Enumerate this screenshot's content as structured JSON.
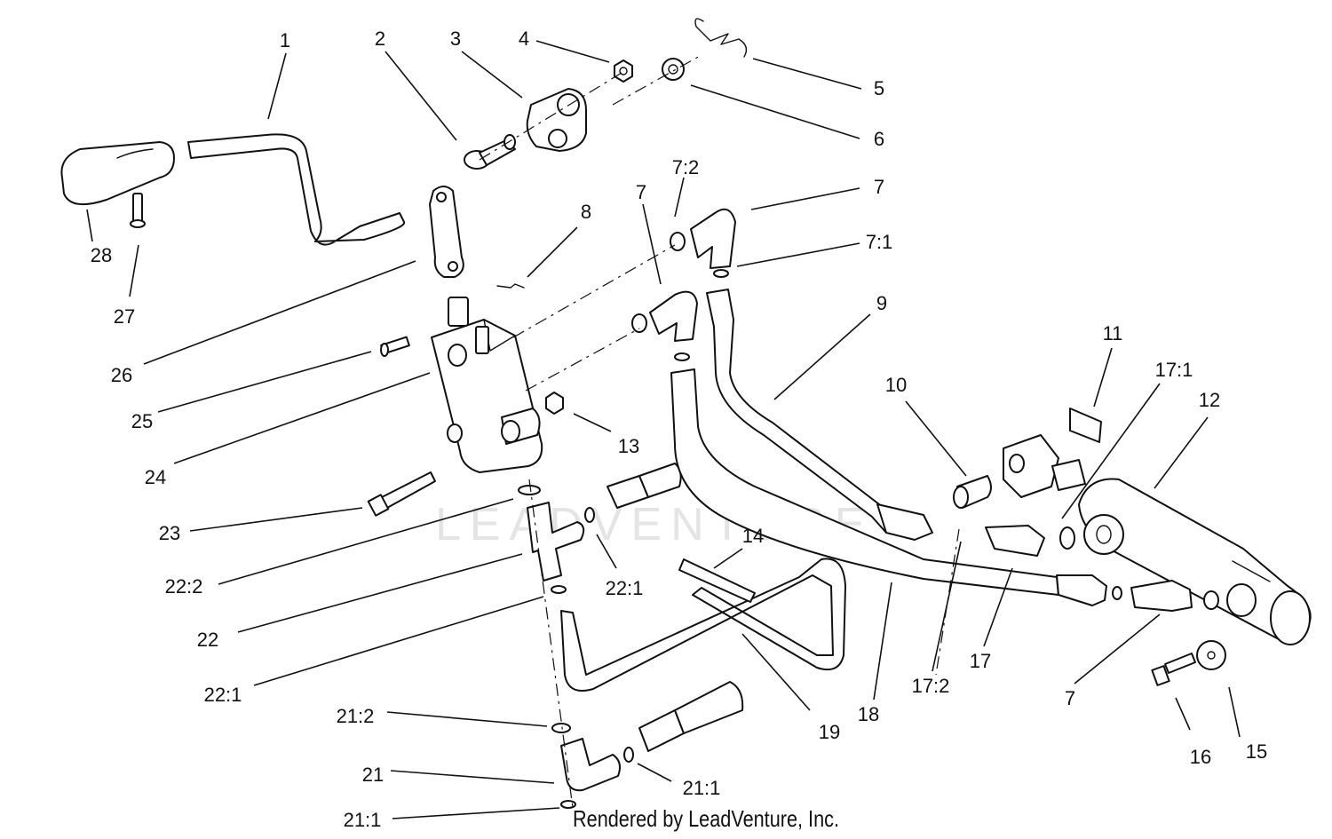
{
  "watermark": "LEADVENTURE",
  "footer": "Rendered by LeadVenture, Inc.",
  "callouts": [
    {
      "id": "c1",
      "text": "1"
    },
    {
      "id": "c2",
      "text": "2"
    },
    {
      "id": "c3",
      "text": "3"
    },
    {
      "id": "c4",
      "text": "4"
    },
    {
      "id": "c5",
      "text": "5"
    },
    {
      "id": "c6",
      "text": "6"
    },
    {
      "id": "c7a",
      "text": "7"
    },
    {
      "id": "c7b",
      "text": "7"
    },
    {
      "id": "c7c",
      "text": "7"
    },
    {
      "id": "c7_2",
      "text": "7:2"
    },
    {
      "id": "c7_1",
      "text": "7:1"
    },
    {
      "id": "c8",
      "text": "8"
    },
    {
      "id": "c9",
      "text": "9"
    },
    {
      "id": "c10",
      "text": "10"
    },
    {
      "id": "c11",
      "text": "11"
    },
    {
      "id": "c12",
      "text": "12"
    },
    {
      "id": "c13",
      "text": "13"
    },
    {
      "id": "c14",
      "text": "14"
    },
    {
      "id": "c15",
      "text": "15"
    },
    {
      "id": "c16",
      "text": "16"
    },
    {
      "id": "c17",
      "text": "17"
    },
    {
      "id": "c17_1",
      "text": "17:1"
    },
    {
      "id": "c17_2",
      "text": "17:2"
    },
    {
      "id": "c18",
      "text": "18"
    },
    {
      "id": "c19",
      "text": "19"
    },
    {
      "id": "c21",
      "text": "21"
    },
    {
      "id": "c21_1a",
      "text": "21:1"
    },
    {
      "id": "c21_1b",
      "text": "21:1"
    },
    {
      "id": "c21_2",
      "text": "21:2"
    },
    {
      "id": "c22",
      "text": "22"
    },
    {
      "id": "c22_1a",
      "text": "22:1"
    },
    {
      "id": "c22_1b",
      "text": "22:1"
    },
    {
      "id": "c22_2",
      "text": "22:2"
    },
    {
      "id": "c23",
      "text": "23"
    },
    {
      "id": "c24",
      "text": "24"
    },
    {
      "id": "c25",
      "text": "25"
    },
    {
      "id": "c26",
      "text": "26"
    },
    {
      "id": "c27",
      "text": "27"
    },
    {
      "id": "c28",
      "text": "28"
    }
  ]
}
